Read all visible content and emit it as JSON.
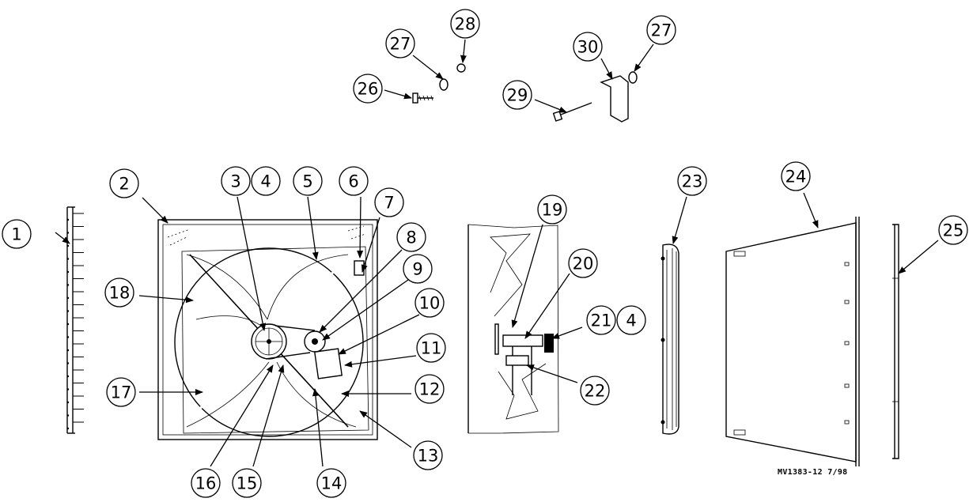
{
  "drawing_code": "MV1383-12 7/98",
  "callouts": [
    {
      "id": "c1",
      "label": "1"
    },
    {
      "id": "c2",
      "label": "2"
    },
    {
      "id": "c3",
      "label": "3"
    },
    {
      "id": "c4a",
      "label": "4"
    },
    {
      "id": "c5",
      "label": "5"
    },
    {
      "id": "c6",
      "label": "6"
    },
    {
      "id": "c7",
      "label": "7"
    },
    {
      "id": "c8",
      "label": "8"
    },
    {
      "id": "c9",
      "label": "9"
    },
    {
      "id": "c10",
      "label": "10"
    },
    {
      "id": "c11",
      "label": "11"
    },
    {
      "id": "c12",
      "label": "12"
    },
    {
      "id": "c13",
      "label": "13"
    },
    {
      "id": "c14",
      "label": "14"
    },
    {
      "id": "c15",
      "label": "15"
    },
    {
      "id": "c16",
      "label": "16"
    },
    {
      "id": "c17",
      "label": "17"
    },
    {
      "id": "c18",
      "label": "18"
    },
    {
      "id": "c19",
      "label": "19"
    },
    {
      "id": "c20",
      "label": "20"
    },
    {
      "id": "c21",
      "label": "21"
    },
    {
      "id": "c4b",
      "label": "4"
    },
    {
      "id": "c22",
      "label": "22"
    },
    {
      "id": "c23",
      "label": "23"
    },
    {
      "id": "c24",
      "label": "24"
    },
    {
      "id": "c25",
      "label": "25"
    },
    {
      "id": "c26",
      "label": "26"
    },
    {
      "id": "c27a",
      "label": "27"
    },
    {
      "id": "c28",
      "label": "28"
    },
    {
      "id": "c29",
      "label": "29"
    },
    {
      "id": "c30",
      "label": "30"
    },
    {
      "id": "c27b",
      "label": "27"
    }
  ]
}
